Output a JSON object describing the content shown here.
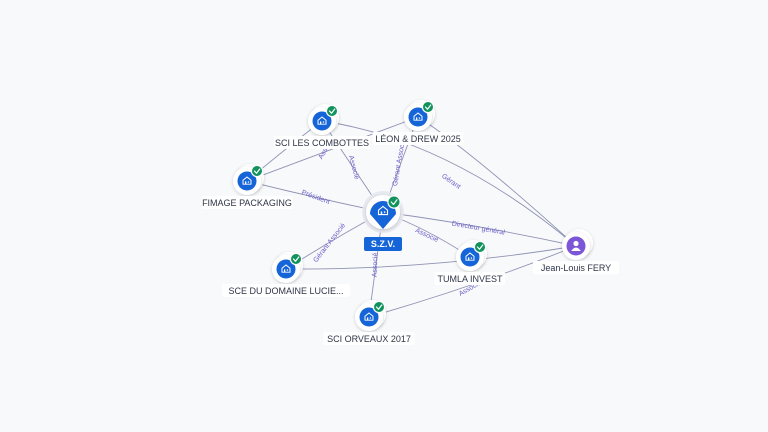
{
  "colors": {
    "company": "#1565d8",
    "check": "#12925c",
    "person": "#7b56d6",
    "edge": "#8e93b3",
    "edge_label": "#6b60c8",
    "background": "#f8f9fb"
  },
  "icons": {
    "company": "building-icon",
    "person": "person-icon",
    "verified": "check-badge-icon"
  },
  "nodes": [
    {
      "id": "sci-les-combottes",
      "label": "SCI LES COMBOTTES",
      "type": "company",
      "verified": true
    },
    {
      "id": "leon-drew",
      "label": "LÉON & DREW 2025",
      "type": "company",
      "verified": true
    },
    {
      "id": "fimage",
      "label": "FIMAGE PACKAGING",
      "type": "company",
      "verified": true
    },
    {
      "id": "sce-domaine",
      "label": "SCE DU DOMAINE LUCIE...",
      "type": "company",
      "verified": true
    },
    {
      "id": "sci-orveaux",
      "label": "SCI ORVEAUX 2017",
      "type": "company",
      "verified": true
    },
    {
      "id": "tumla",
      "label": "TUMLA INVEST",
      "type": "company",
      "verified": true
    },
    {
      "id": "jean-louis",
      "label": "Jean-Louis FERY",
      "type": "person",
      "verified": false
    }
  ],
  "center": {
    "id": "szv",
    "label": "S.Z.V.",
    "type": "company",
    "verified": true
  },
  "edges": [
    {
      "from": "szv",
      "to": "sci-les-combottes",
      "label": "Associé"
    },
    {
      "from": "szv",
      "to": "leon-drew",
      "label": "Gérant Associé"
    },
    {
      "from": "szv",
      "to": "fimage",
      "label": "Président"
    },
    {
      "from": "szv",
      "to": "sce-domaine",
      "label": "Gérant Associé"
    },
    {
      "from": "szv",
      "to": "sci-orveaux",
      "label": "Associé"
    },
    {
      "from": "szv",
      "to": "tumla",
      "label": "Associé"
    },
    {
      "from": "jean-louis",
      "to": "szv",
      "label": "Directeur général"
    },
    {
      "from": "jean-louis",
      "to": "leon-drew",
      "label": "Gérant"
    },
    {
      "from": "jean-louis",
      "to": "sci-orveaux",
      "label": "Associé"
    },
    {
      "from": "fimage",
      "to": "leon-drew",
      "label": ""
    },
    {
      "from": "sci-les-combottes",
      "to": "jean-louis",
      "label": ""
    },
    {
      "from": "sci-les-combottes",
      "to": "fimage",
      "label": "Associé"
    },
    {
      "from": "jean-louis",
      "to": "sce-domaine",
      "label": ""
    }
  ]
}
